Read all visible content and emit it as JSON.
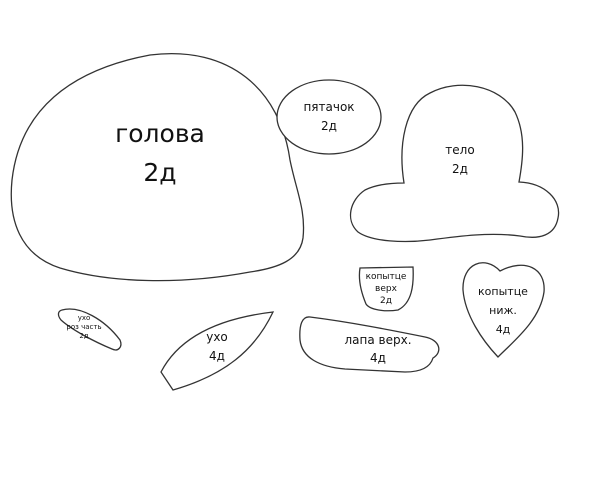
{
  "pieces": {
    "head": {
      "name": "голова",
      "count": "2д"
    },
    "snout": {
      "name": "пятачок",
      "count": "2д"
    },
    "body": {
      "name": "тело",
      "count": "2д"
    },
    "hoof_top": {
      "name_1": "копытце",
      "name_2": "верх",
      "count": "2д"
    },
    "hoof_bottom": {
      "name_1": "копытце",
      "name_2": "ниж.",
      "count": "4д"
    },
    "ear_pink": {
      "name_1": "ухо",
      "name_2": "роз часть",
      "count": "2д"
    },
    "ear": {
      "name": "ухо",
      "count": "4д"
    },
    "paw_top": {
      "name": "лапа верх.",
      "count": "4д"
    }
  },
  "colors": {
    "outline": "#333333",
    "background": "#ffffff",
    "text": "#111111"
  }
}
